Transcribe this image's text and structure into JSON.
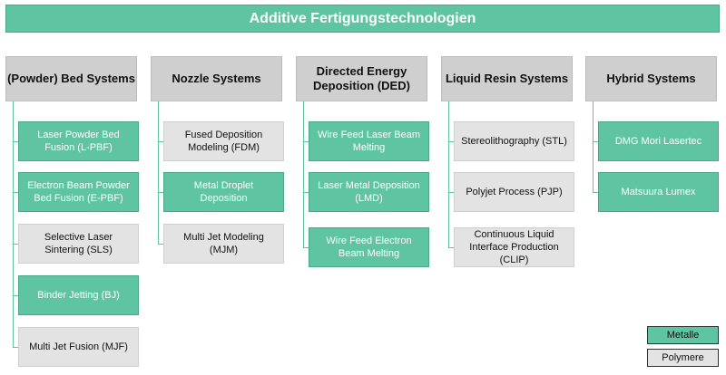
{
  "title": "Additive Fertigungstechnologien",
  "colors": {
    "metal": "#5ec4a2",
    "polymer": "#e3e3e3"
  },
  "columns": [
    {
      "header": "(Powder) Bed Systems",
      "items": [
        {
          "label": "Laser Powder Bed Fusion (L-PBF)",
          "type": "metal"
        },
        {
          "label": "Electron Beam Powder Bed Fusion (E-PBF)",
          "type": "metal"
        },
        {
          "label": "Selective Laser Sintering (SLS)",
          "type": "polymer"
        },
        {
          "label": "Binder Jetting (BJ)",
          "type": "metal"
        },
        {
          "label": "Multi Jet Fusion (MJF)",
          "type": "polymer"
        }
      ]
    },
    {
      "header": "Nozzle Systems",
      "items": [
        {
          "label": "Fused Deposition Modeling (FDM)",
          "type": "polymer"
        },
        {
          "label": "Metal Droplet Deposition",
          "type": "metal"
        },
        {
          "label": "Multi Jet Modeling (MJM)",
          "type": "polymer"
        }
      ]
    },
    {
      "header": "Directed Energy Deposition (DED)",
      "items": [
        {
          "label": "Wire Feed Laser Beam Melting",
          "type": "metal"
        },
        {
          "label": "Laser Metal Deposition (LMD)",
          "type": "metal"
        },
        {
          "label": "Wire Feed Electron Beam Melting",
          "type": "metal"
        }
      ]
    },
    {
      "header": "Liquid Resin Systems",
      "items": [
        {
          "label": "Stereolithography (STL)",
          "type": "polymer"
        },
        {
          "label": "Polyjet Process (PJP)",
          "type": "polymer"
        },
        {
          "label": "Continuous Liquid Interface Production (CLIP)",
          "type": "polymer"
        }
      ]
    },
    {
      "header": "Hybrid Systems",
      "items": [
        {
          "label": "DMG Mori Lasertec",
          "type": "metal"
        },
        {
          "label": "Matsuura Lumex",
          "type": "metal"
        }
      ]
    }
  ],
  "legend": {
    "metal": "Metalle",
    "polymer": "Polymere"
  }
}
